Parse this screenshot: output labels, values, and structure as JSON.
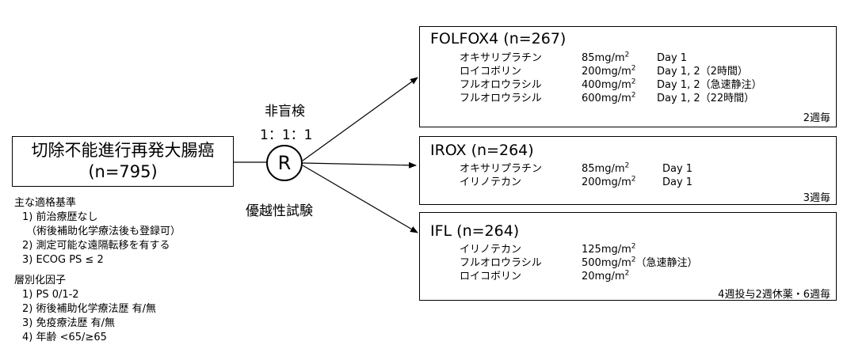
{
  "population": {
    "title": "切除不能進行再発大腸癌",
    "n": "(n=795)"
  },
  "randomization": {
    "blinding": "非盲検",
    "ratio": "1：1：1",
    "symbol": "R",
    "design": "優越性試験"
  },
  "eligibility": {
    "heading": "主な適格基準",
    "items": [
      "1) 前治療歴なし",
      "（術後補助化学療法後も登録可）",
      "2) 測定可能な遠隔転移を有する",
      "3) ECOG PS ≤ 2"
    ]
  },
  "stratification": {
    "heading": "層別化因子",
    "items": [
      "1) PS 0/1-2",
      "2) 術後補助化学療法歴 有/無",
      "3) 免疫療法歴 有/無",
      "4) 年齢 <65/≥65"
    ]
  },
  "arms": [
    {
      "title": "FOLFOX4 (n=267)",
      "rows": [
        {
          "drug": "オキサリプラチン",
          "dose": "85mg/m",
          "unit_sup": "2",
          "schedule": "Day 1"
        },
        {
          "drug": "ロイコボリン",
          "dose": "200mg/m",
          "unit_sup": "2",
          "schedule": "Day 1, 2（2時間）"
        },
        {
          "drug": "フルオロウラシル",
          "dose": "400mg/m",
          "unit_sup": "2",
          "schedule": "Day 1, 2（急速静注）"
        },
        {
          "drug": "フルオロウラシル",
          "dose": "600mg/m",
          "unit_sup": "2",
          "schedule": "Day 1, 2（22時間）"
        }
      ],
      "cycle": "2週毎"
    },
    {
      "title": "IROX (n=264)",
      "rows": [
        {
          "drug": "オキサリプラチン",
          "dose": "85mg/m",
          "unit_sup": "2",
          "schedule": "Day 1"
        },
        {
          "drug": "イリノテカン",
          "dose": "200mg/m",
          "unit_sup": "2",
          "schedule": "Day 1"
        }
      ],
      "cycle": "3週毎"
    },
    {
      "title": "IFL (n=264)",
      "rows": [
        {
          "drug": "イリノテカン",
          "dose": "125mg/m",
          "unit_sup": "2",
          "schedule": ""
        },
        {
          "drug": "フルオロウラシル",
          "dose": "500mg/m",
          "unit_sup": "2",
          "schedule": "（急速静注）"
        },
        {
          "drug": "ロイコボリン",
          "dose": "20mg/m",
          "unit_sup": "2",
          "schedule": ""
        }
      ],
      "cycle": "4週投与2週休薬・6週毎"
    }
  ]
}
